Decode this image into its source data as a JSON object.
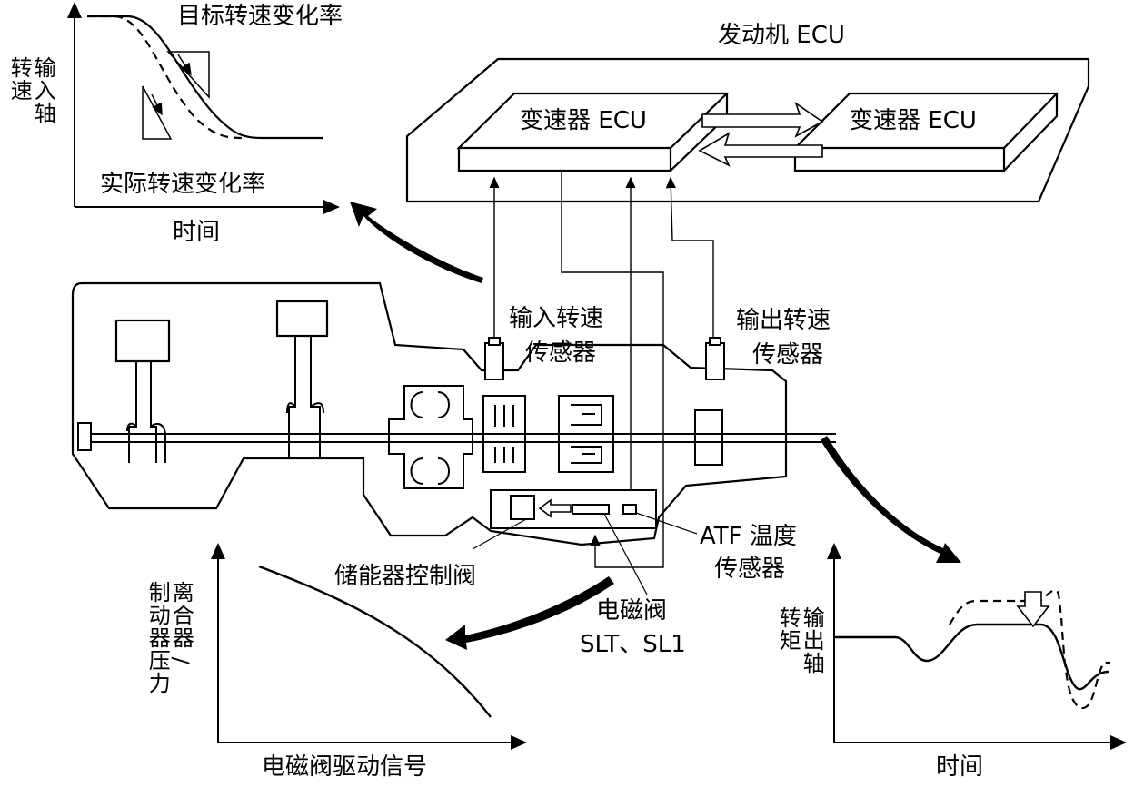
{
  "top_left_graph": {
    "target_label": "目标转速变化率",
    "actual_label": "实际转速变化率",
    "y_label_line1": "输入轴",
    "y_label_line2": "转速",
    "x_label": "时间"
  },
  "engine_ecu": {
    "label": "发动机 ECU"
  },
  "tcu_left": {
    "label": "变速器 ECU"
  },
  "tcu_right": {
    "label": "变速器 ECU"
  },
  "sensors": {
    "input_speed_line1": "输入转速",
    "input_speed_line2": "传感器",
    "output_speed_line1": "输出转速",
    "output_speed_line2": "传感器",
    "atf_line1": "ATF 温度",
    "atf_line2": "传感器"
  },
  "valve_body": {
    "accumulator_label": "储能器控制阀",
    "solenoid_line1": "电磁阀",
    "solenoid_line2": "SLT、SL1"
  },
  "bottom_left_graph": {
    "y_label_line1": "离合器 /",
    "y_label_line2": "制动器压力",
    "x_label": "电磁阀驱动信号"
  },
  "bottom_right_graph": {
    "y_label_line1": "输出轴",
    "y_label_line2": "转矩",
    "x_label": "时间"
  }
}
